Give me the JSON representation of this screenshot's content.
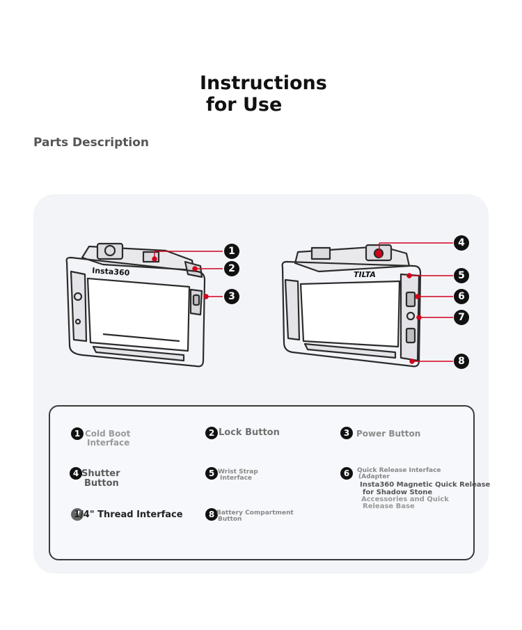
{
  "title": {
    "line1": "Instructions",
    "line2": "for Use"
  },
  "section_heading": "Parts Description",
  "figure": {
    "left_brand": "Insta360",
    "right_brand": "TILTA",
    "callouts": [
      "1",
      "2",
      "3",
      "4",
      "5",
      "6",
      "7",
      "8"
    ],
    "accent_color": "#d0021b"
  },
  "legend": {
    "items": [
      {
        "num": "1",
        "line1": "Cold Boot",
        "line2": "Interface"
      },
      {
        "num": "2",
        "line1": "Lock Button"
      },
      {
        "num": "3",
        "line1": "Power Button"
      },
      {
        "num": "4",
        "line1": "Shutter",
        "line2": "Button"
      },
      {
        "num": "5",
        "line1": "Wrist Strap",
        "line2": "Interface"
      },
      {
        "num": "6",
        "line1": "Quick Release Interface",
        "line2": "(Adapter",
        "line3": "Insta360 Magnetic Quick Release",
        "line4": "for Shadow Stone",
        "line5": "Accessories and Quick",
        "line6": "Release Base"
      },
      {
        "num": "7",
        "line1": "1/4\" Thread Interface"
      },
      {
        "num": "8",
        "line1": "Battery Compartment",
        "line2": "Button"
      }
    ]
  }
}
